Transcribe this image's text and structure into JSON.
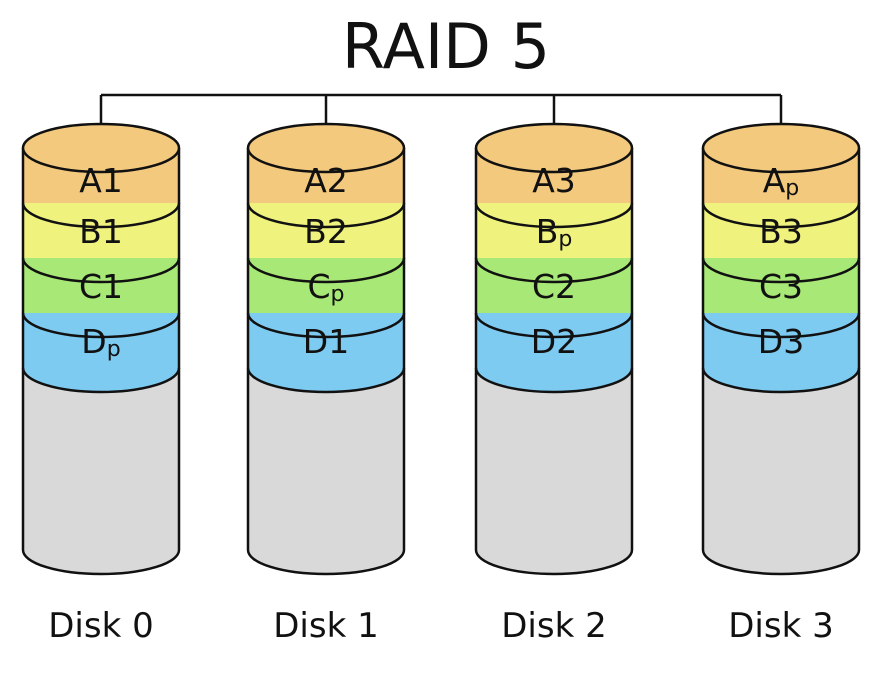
{
  "title": "RAID 5",
  "colors": {
    "A": "#f3c97e",
    "B": "#f0f27e",
    "C": "#a8e876",
    "D": "#7ecbf2",
    "empty": "#d9d9d9",
    "stroke": "#111111"
  },
  "disks": [
    {
      "label": "Disk 0",
      "blocks": [
        {
          "row": "A",
          "text": "A",
          "sub": "1",
          "parity": false
        },
        {
          "row": "B",
          "text": "B",
          "sub": "1",
          "parity": false
        },
        {
          "row": "C",
          "text": "C",
          "sub": "1",
          "parity": false
        },
        {
          "row": "D",
          "text": "D",
          "sub": "p",
          "parity": true
        }
      ]
    },
    {
      "label": "Disk 1",
      "blocks": [
        {
          "row": "A",
          "text": "A",
          "sub": "2",
          "parity": false
        },
        {
          "row": "B",
          "text": "B",
          "sub": "2",
          "parity": false
        },
        {
          "row": "C",
          "text": "C",
          "sub": "p",
          "parity": true
        },
        {
          "row": "D",
          "text": "D",
          "sub": "1",
          "parity": false
        }
      ]
    },
    {
      "label": "Disk 2",
      "blocks": [
        {
          "row": "A",
          "text": "A",
          "sub": "3",
          "parity": false
        },
        {
          "row": "B",
          "text": "B",
          "sub": "p",
          "parity": true
        },
        {
          "row": "C",
          "text": "C",
          "sub": "2",
          "parity": false
        },
        {
          "row": "D",
          "text": "D",
          "sub": "2",
          "parity": false
        }
      ]
    },
    {
      "label": "Disk 3",
      "blocks": [
        {
          "row": "A",
          "text": "A",
          "sub": "p",
          "parity": true
        },
        {
          "row": "B",
          "text": "B",
          "sub": "3",
          "parity": false
        },
        {
          "row": "C",
          "text": "C",
          "sub": "3",
          "parity": false
        },
        {
          "row": "D",
          "text": "D",
          "sub": "3",
          "parity": false
        }
      ]
    }
  ]
}
